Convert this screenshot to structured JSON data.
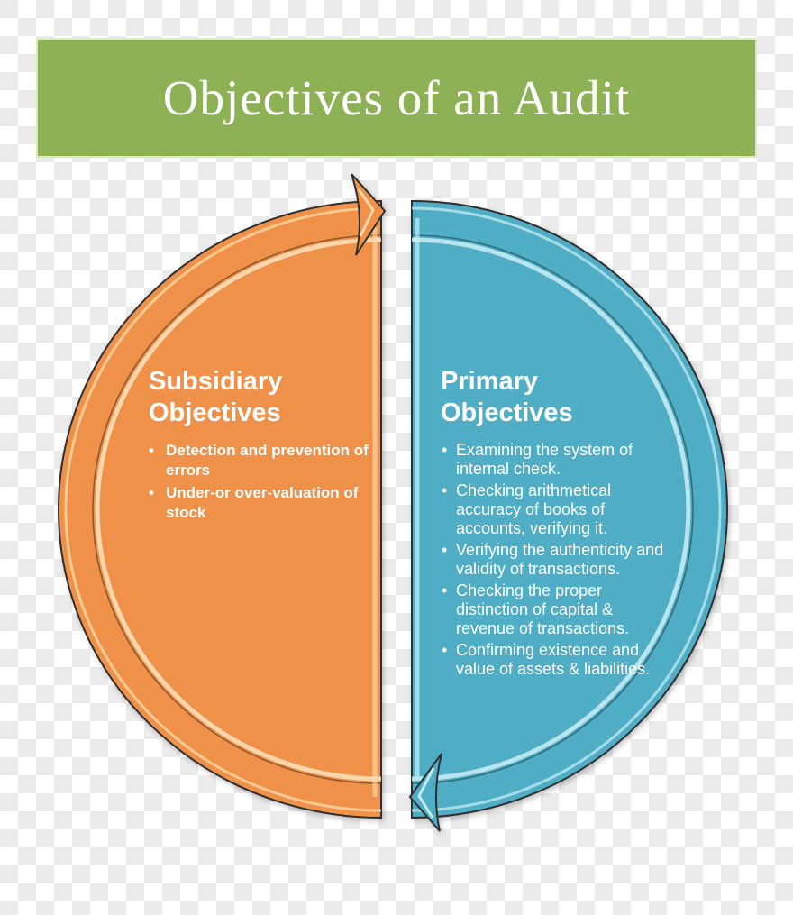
{
  "header": {
    "title": "Objectives of an Audit",
    "background_color": "#8DB154",
    "text_color": "#FFFFFF"
  },
  "diagram": {
    "left": {
      "title": "Subsidiary Objectives",
      "color": "#F0914A",
      "bullets": [
        "Detection and prevention of errors",
        "Under-or over-valuation of stock"
      ]
    },
    "right": {
      "title": "Primary Objectives",
      "color": "#4FADC5",
      "bullets": [
        "Examining the system of internal check.",
        "Checking arithmetical accuracy of books of accounts, verifying it.",
        "Verifying the authenticity and validity of transactions.",
        "Checking the proper distinction of capital & revenue of transactions.",
        "Confirming existence and value of assets & liabilities."
      ]
    }
  },
  "canvas": {
    "background_pattern": "transparency-checkerboard",
    "checker_colors": [
      "#FFFFFF",
      "#EBEBEB"
    ]
  }
}
